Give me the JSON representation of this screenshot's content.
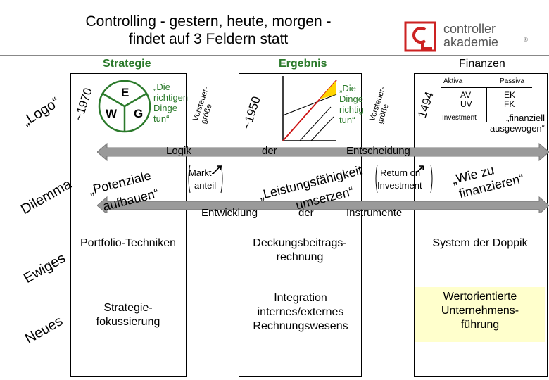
{
  "title": "Controlling - gestern, heute, morgen - findet auf 3 Feldern statt",
  "logo": {
    "line1": "controller",
    "line2": "akademie",
    "mark": "®"
  },
  "headers": {
    "strategie": "Strategie",
    "ergebnis": "Ergebnis",
    "finanzen": "Finanzen"
  },
  "left_labels": {
    "logo": "„Logo“",
    "dilemma": "Dilemma",
    "ewiges": "Ewiges",
    "neues": "Neues"
  },
  "years": {
    "y1970": "~1970",
    "y1950": "~1950",
    "y1494": "1494"
  },
  "vorsteuer": {
    "line1": "Vorsteuer-",
    "line2": "größe"
  },
  "strategie_panel": {
    "ewg_e": "E",
    "ewg_w": "W",
    "ewg_g": "G",
    "quote": "„Die richtigen Dinge tun“"
  },
  "ergebnis_panel": {
    "quote": "„Die Dinge richtig tun“"
  },
  "finanzen_panel": {
    "aktiva": "Aktiva",
    "passiva": "Passiva",
    "av": "AV",
    "uv": "UV",
    "ek": "EK",
    "fk": "FK",
    "investment": "Investment",
    "finanziell": "„finanziell ausgewogen“"
  },
  "arrow_top": {
    "logik": "Logik",
    "der": "der",
    "entscheidung": "Entscheidung"
  },
  "arrow_bottom": {
    "entwicklung": "Entwicklung",
    "der": "der",
    "instrumente": "Instrumente"
  },
  "middle": {
    "potenziale_1": "„Potenziale",
    "potenziale_2": "aufbauen“",
    "marktanteil_1": "Markt-",
    "marktanteil_2": "anteil",
    "leistung_1": "„Leistungsfähigkeit",
    "leistung_2": "umsetzen“",
    "return_1": "Return on",
    "return_2": "Investment",
    "wiezu_1": "„Wie zu",
    "wiezu_2": "finanzieren“"
  },
  "row_ewiges": {
    "strategie": "Portfolio-Techniken",
    "ergebnis": "Deckungsbeitrags-rechnung",
    "finanzen": "System der Doppik"
  },
  "row_neues": {
    "strategie": "Strategie-fokussierung",
    "ergebnis": "Integration internes/externes Rechnungswesens",
    "finanzen": "Wertorientierte Unternehmens-führung"
  },
  "colors": {
    "accent": "#2b7a2b",
    "logo_red": "#cc2222",
    "chart_red": "#cc1111",
    "highlight": "#ffffcc",
    "arrow_gray": "#9a9a9a"
  }
}
